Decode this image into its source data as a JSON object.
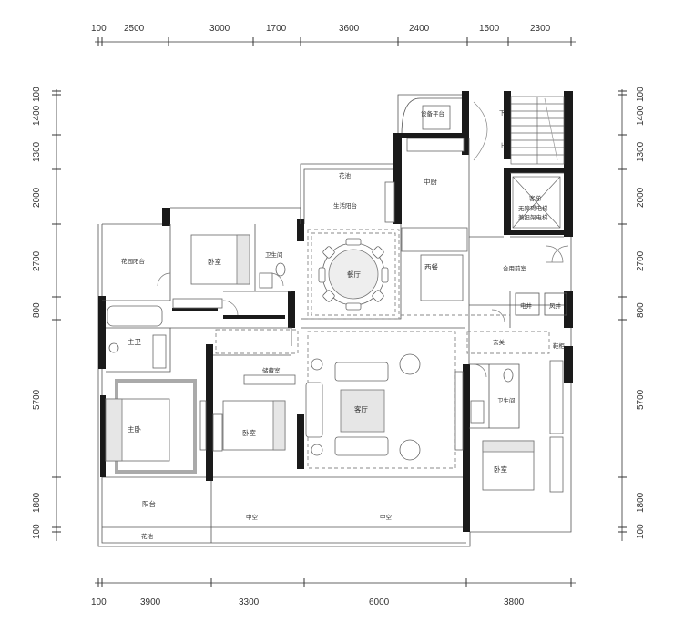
{
  "dimensions": {
    "top": [
      "100",
      "2500",
      "3000",
      "1700",
      "3600",
      "2400",
      "1500",
      "2300"
    ],
    "bottom": [
      "100",
      "3900",
      "3300",
      "6000",
      "3800"
    ],
    "left": [
      "100",
      "1400",
      "1300",
      "2000",
      "2700",
      "800",
      "5700",
      "1800",
      "100"
    ],
    "right": [
      "100",
      "1400",
      "1300",
      "2000",
      "2700",
      "800",
      "5700",
      "1800",
      "100"
    ]
  },
  "rooms": {
    "equipment_platform": "设备平台",
    "flower_bed_top": "花池",
    "service_balcony": "生活阳台",
    "chinese_kitchen": "中厨",
    "stair_down": "下",
    "stair_up": "上",
    "elevator_lobby_1": "客梯",
    "elevator_lobby_2": "无障碍电梯",
    "elevator_lobby_3": "兼担架电梯",
    "garden_balcony": "花园阳台",
    "bedroom_top": "卧室",
    "bathroom_top": "卫生间",
    "dining": "餐厅",
    "western_kitchen": "西餐",
    "shared_foyer": "合用前室",
    "electric_shaft": "电井",
    "air_shaft": "风井",
    "master_bath": "主卫",
    "storage": "储藏室",
    "living_room": "客厅",
    "entrance": "玄关",
    "shoe_cabinet": "鞋柜",
    "bathroom_right": "卫生间",
    "master_bedroom": "主卧",
    "bedroom_mid": "卧室",
    "bedroom_right": "卧室",
    "balcony": "阳台",
    "void_left": "中空",
    "void_right": "中空",
    "flower_bed_bottom": "花池"
  }
}
